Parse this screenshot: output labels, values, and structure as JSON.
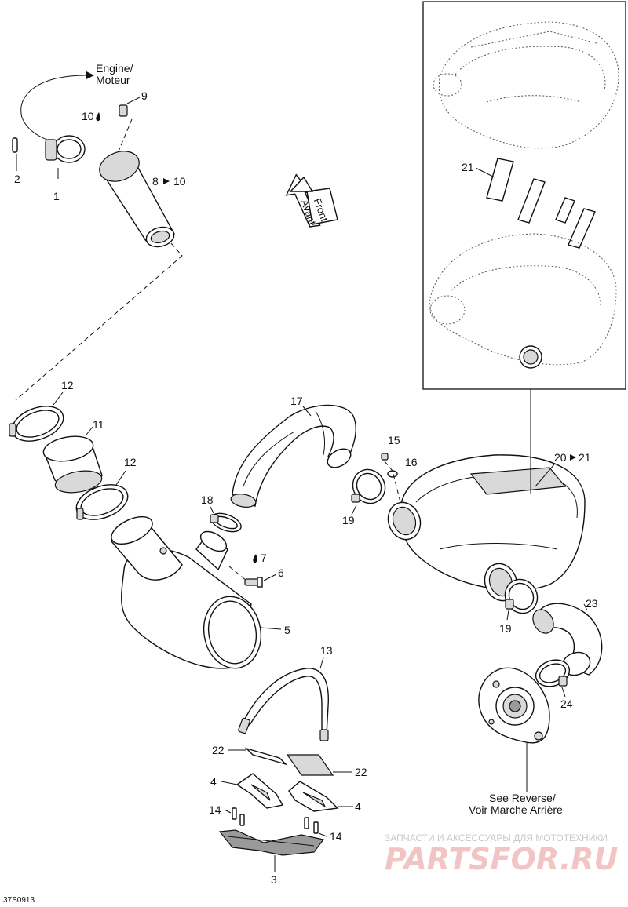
{
  "labels": {
    "engine_line1": "Engine/",
    "engine_line2": "Moteur",
    "front_line1": "Front",
    "front_line2": "Avant",
    "see_reverse_line1": "See Reverse/",
    "see_reverse_line2": "Voir Marche Arrière",
    "drawing_code": "37S0913"
  },
  "callouts": {
    "p1": "1",
    "p2": "2",
    "p3": "3",
    "p4a": "4",
    "p4b": "4",
    "p5": "5",
    "p6": "6",
    "p7": "7",
    "p8": "8",
    "p8_ref": "10",
    "p9": "9",
    "p10": "10",
    "p11": "11",
    "p12a": "12",
    "p12b": "12",
    "p13": "13",
    "p14a": "14",
    "p14b": "14",
    "p15": "15",
    "p16": "16",
    "p17": "17",
    "p18": "18",
    "p19a": "19",
    "p19b": "19",
    "p20": "20",
    "p20_ref": "21",
    "p21": "21",
    "p22a": "22",
    "p22b": "22",
    "p23": "23",
    "p24": "24"
  },
  "watermark": {
    "line1": "ЗАПЧАСТИ И АКСЕССУАРЫ ДЛЯ МОТОТЕХНИКИ",
    "line2": "PARTSFOR.RU"
  },
  "colors": {
    "line": "#111111",
    "watermark_red": "#f2c4c4",
    "watermark_gray": "#c9c9c9"
  }
}
